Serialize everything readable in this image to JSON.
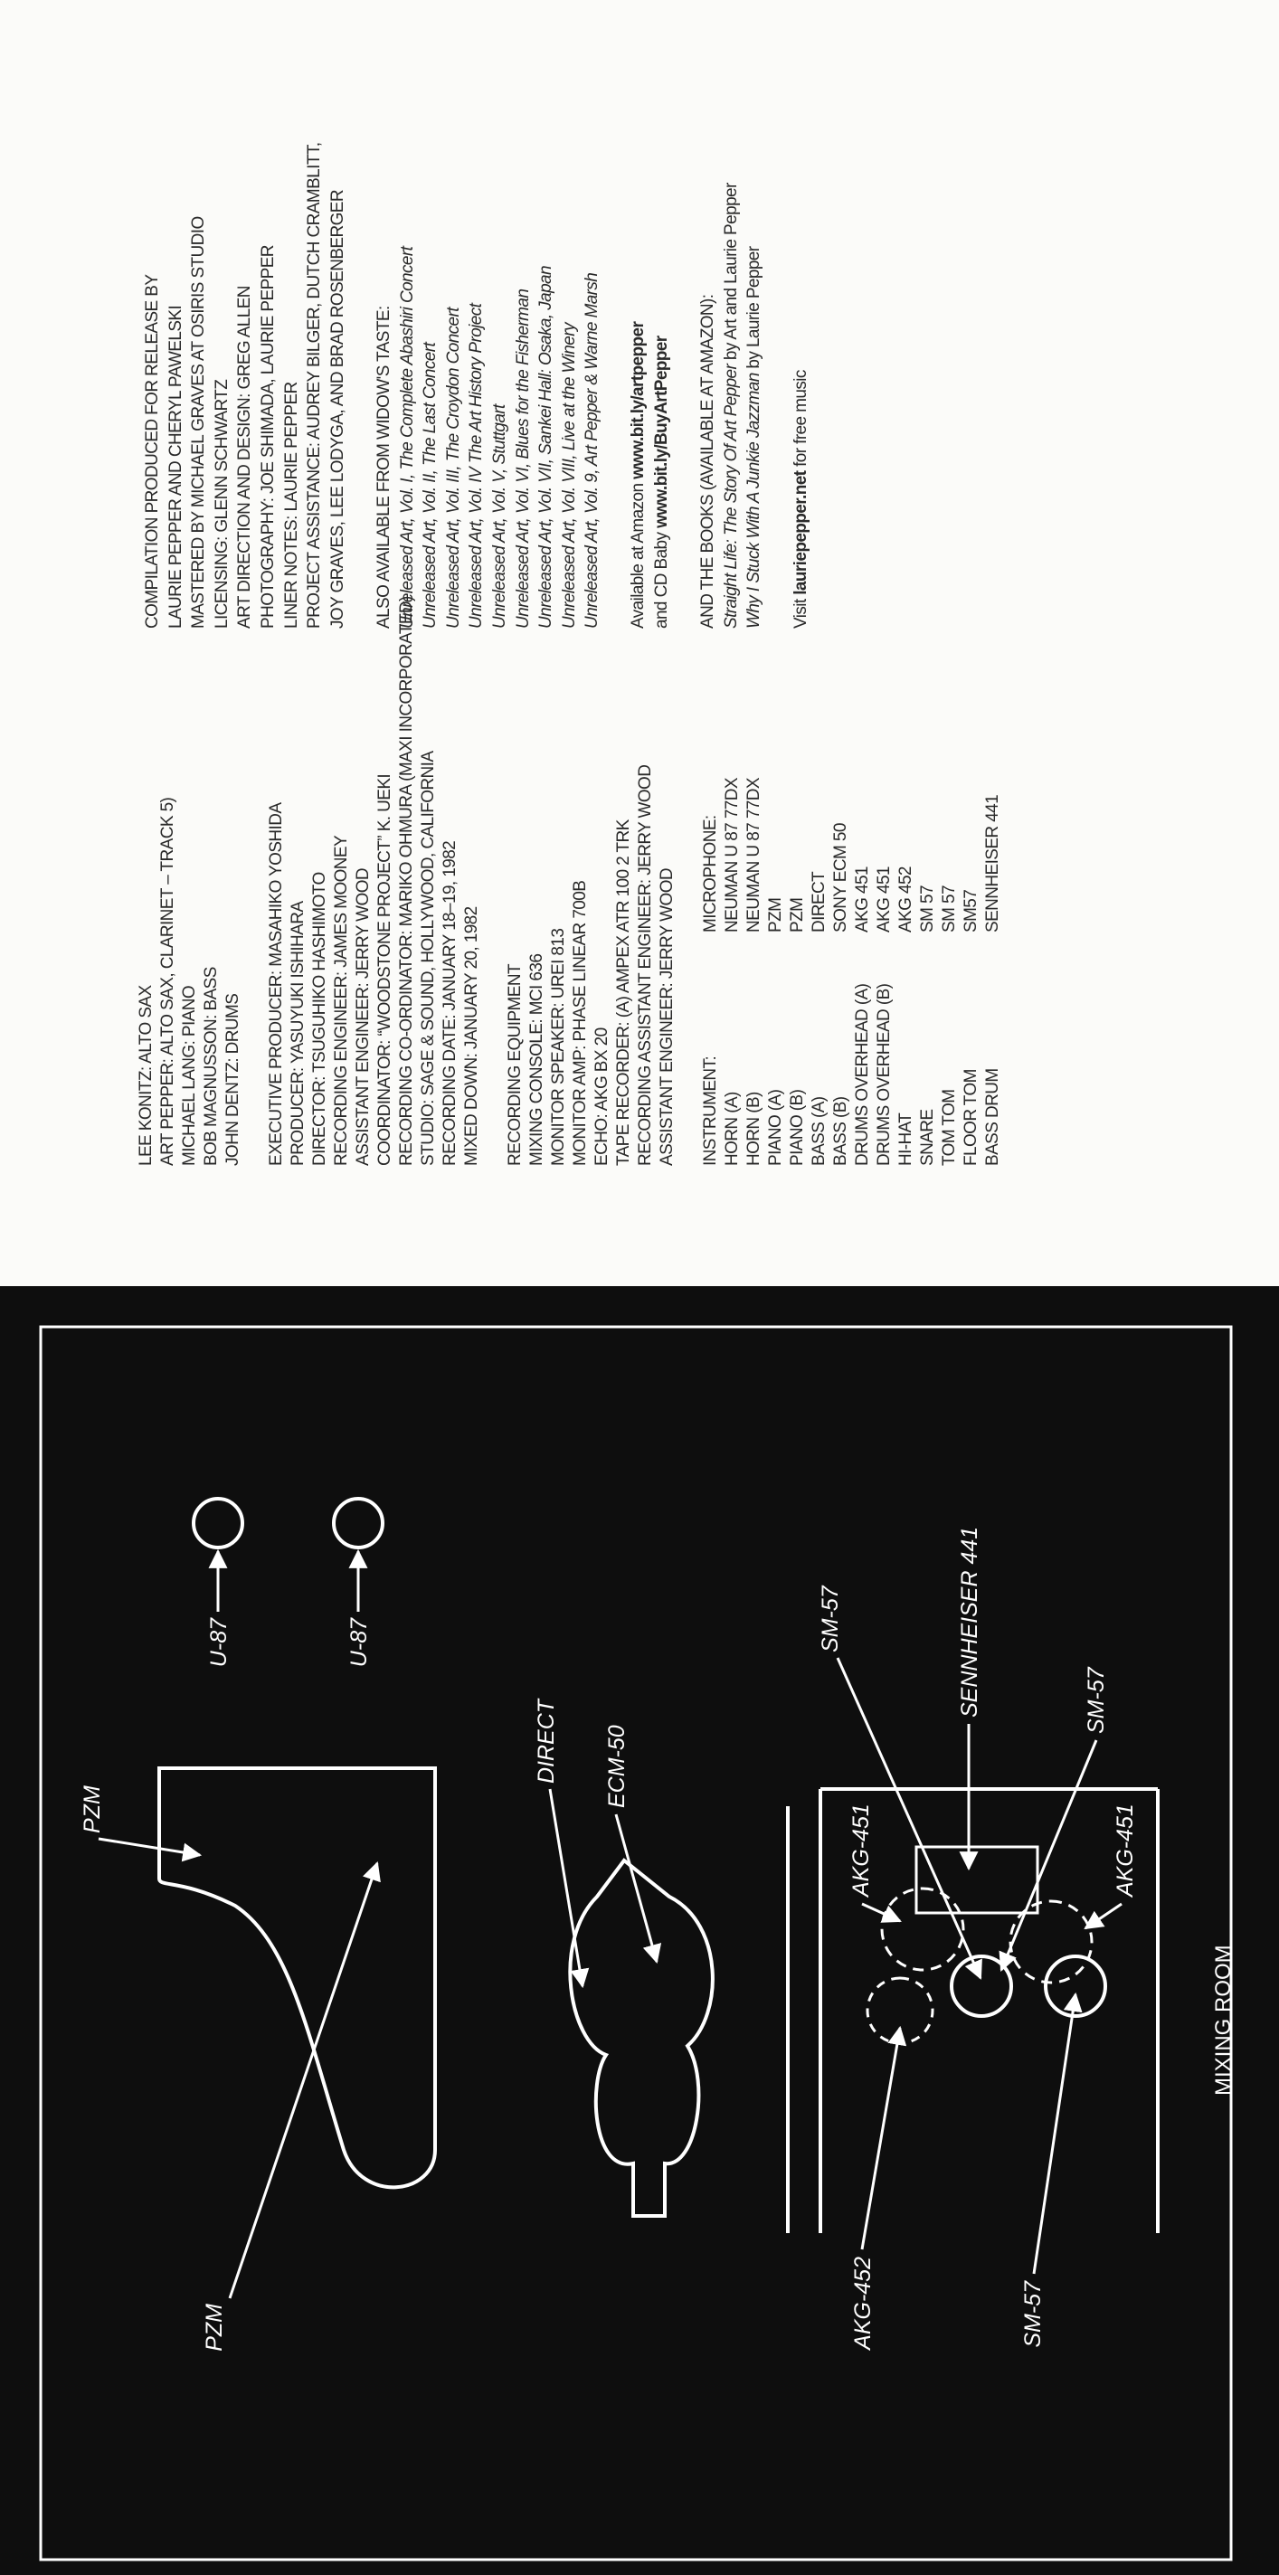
{
  "credits": {
    "col1": [
      "LEE KONITZ: ALTO SAX",
      "ART PEPPER: ALTO SAX, CLARINET – TRACK 5)",
      "MICHAEL LANG: PIANO",
      "BOB MAGNUSSON: BASS",
      "JOHN DENTZ: DRUMS",
      "",
      "EXECUTIVE PRODUCER: MASAHIKO YOSHIDA",
      "PRODUCER: YASUYUKI ISHIHARA",
      "DIRECTOR: TSUGUHIKO HASHIMOTO",
      "RECORDING ENGINEER: JAMES MOONEY",
      "ASSISTANT ENGINEER: JERRY WOOD",
      "COORDINATOR: “WOODSTONE PROJECT” K. UEKI",
      "RECORDING CO-ORDINATOR: MARIKO OHMURA (MAXI INCORPORATED)",
      "STUDIO: SAGE & SOUND, HOLLYWOOD, CALIFORNIA",
      "RECORDING DATE: JANUARY 18–19, 1982",
      "MIXED DOWN: JANUARY 20, 1982",
      "",
      "RECORDING EQUIPMENT",
      "MIXING CONSOLE: MCI 636",
      "MONITOR SPEAKER: UREI 813",
      "MONITOR AMP: PHASE LINEAR 700B",
      "ECHO: AKG BX 20",
      "TAPE RECORDER: (A) AMPEX ATR 100 2 TRK",
      "RECORDING ASSISTANT ENGINEER: JERRY WOOD",
      "ASSISTANT ENGINEER: JERRY WOOD",
      ""
    ],
    "instruments": [
      [
        "INSTRUMENT:",
        "MICROPHONE:"
      ],
      [
        "HORN (A)",
        "NEUMAN U 87 77DX"
      ],
      [
        "HORN (B)",
        "NEUMAN U 87 77DX"
      ],
      [
        "PIANO (A)",
        "PZM"
      ],
      [
        "PIANO (B)",
        "PZM"
      ],
      [
        "BASS (A)",
        "DIRECT"
      ],
      [
        "BASS (B)",
        "SONY ECM 50"
      ],
      [
        "DRUMS OVERHEAD (A)",
        "AKG 451"
      ],
      [
        "DRUMS OVERHEAD (B)",
        "AKG 451"
      ],
      [
        "HI-HAT",
        "AKG 452"
      ],
      [
        "SNARE",
        "SM 57"
      ],
      [
        "TOM TOM",
        "SM 57"
      ],
      [
        "FLOOR TOM",
        "SM57"
      ],
      [
        "BASS DRUM",
        "SENNHEISER 441"
      ]
    ],
    "col2": [
      [
        {
          "t": "COMPILATION PRODUCED FOR RELEASE BY",
          "s": ""
        }
      ],
      [
        {
          "t": "LAURIE PEPPER AND CHERYL PAWELSKI",
          "s": ""
        }
      ],
      [
        {
          "t": "MASTERED BY MICHAEL GRAVES AT OSIRIS STUDIO",
          "s": ""
        }
      ],
      [
        {
          "t": "LICENSING: GLENN SCHWARTZ",
          "s": ""
        }
      ],
      [
        {
          "t": "ART DIRECTION AND DESIGN: GREG ALLEN",
          "s": ""
        }
      ],
      [
        {
          "t": "PHOTOGRAPHY: JOE SHIMADA, LAURIE PEPPER",
          "s": ""
        }
      ],
      [
        {
          "t": "LINER NOTES: LAURIE PEPPER",
          "s": ""
        }
      ],
      [
        {
          "t": "PROJECT ASSISTANCE: AUDREY BILGER, DUTCH CRAMBLITT,",
          "s": ""
        }
      ],
      [
        {
          "t": "JOY GRAVES, LEE LODYGA, AND BRAD ROSENBERGER",
          "s": ""
        }
      ],
      [],
      [
        {
          "t": "ALSO AVAILABLE FROM WIDOW'S TASTE:",
          "s": ""
        }
      ],
      [
        {
          "t": "Unreleased Art, Vol. I, The Complete Abashiri Concert",
          "s": "i"
        }
      ],
      [
        {
          "t": "Unreleased Art, Vol. II, The Last Concert",
          "s": "i"
        }
      ],
      [
        {
          "t": "Unreleased Art, Vol. III, The Croydon Concert",
          "s": "i"
        }
      ],
      [
        {
          "t": "Unreleased Art, Vol. IV The Art History Project",
          "s": "i"
        }
      ],
      [
        {
          "t": "Unreleased Art, Vol. V, Stuttgart",
          "s": "i"
        }
      ],
      [
        {
          "t": "Unreleased Art, Vol. VI, Blues for the Fisherman",
          "s": "i"
        }
      ],
      [
        {
          "t": "Unreleased Art, Vol. VII, Sankei Hall: Osaka, Japan",
          "s": "i"
        }
      ],
      [
        {
          "t": "Unreleased Art, Vol. VIII, Live at the Winery",
          "s": "i"
        }
      ],
      [
        {
          "t": "Unreleased Art, Vol. 9, Art Pepper & Warne Marsh",
          "s": "i"
        }
      ],
      [],
      [
        {
          "t": "Available at Amazon ",
          "s": ""
        },
        {
          "t": "www.bit.ly/artpepper",
          "s": "b"
        }
      ],
      [
        {
          "t": "and CD Baby ",
          "s": ""
        },
        {
          "t": "www.bit.ly/BuyArtPepper",
          "s": "b"
        }
      ],
      [],
      [
        {
          "t": "AND THE BOOKS (AVAILABLE AT AMAZON):",
          "s": ""
        }
      ],
      [
        {
          "t": "Straight Life: The Story Of Art Pepper",
          "s": "i"
        },
        {
          "t": " by Art and Laurie Pepper",
          "s": ""
        }
      ],
      [
        {
          "t": "Why I Stuck With A Junkie Jazzman",
          "s": "i"
        },
        {
          "t": " by Laurie Pepper",
          "s": ""
        }
      ],
      [],
      [
        {
          "t": "Visit ",
          "s": ""
        },
        {
          "t": "lauriepepper.net",
          "s": "b"
        },
        {
          "t": " for free music",
          "s": ""
        }
      ]
    ]
  },
  "diagram": {
    "pzm_top": "PZM",
    "pzm_bottom": "PZM",
    "u87_a": "U-87",
    "u87_b": "U-87",
    "direct": "DIRECT",
    "ecm50": "ECM-50",
    "sm57_top": "SM-57",
    "sennheiser": "SENNHEISER 441",
    "sm57_right": "SM-57",
    "akg451_left": "AKG-451",
    "akg451_right": "AKG-451",
    "akg452": "AKG-452",
    "sm57_bottom": "SM-57",
    "mixing_room": "MIXING ROOM"
  },
  "colors": {
    "paper": "#fbfbf9",
    "panel": "#0e0e0e",
    "ink": "#2a2a2a",
    "line": "#ffffff"
  }
}
